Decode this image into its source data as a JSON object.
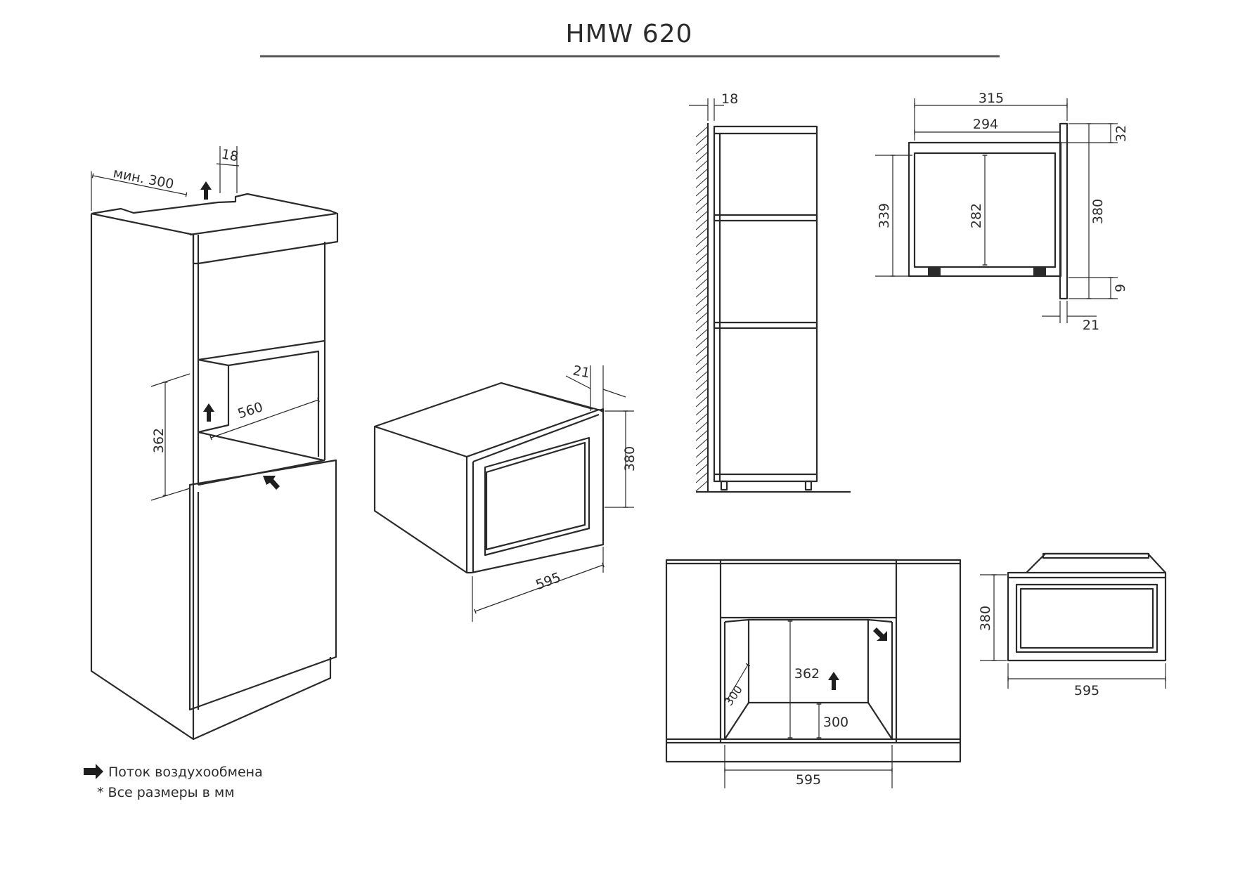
{
  "title": "HMW 620",
  "legend": {
    "airflow_label": "Поток воздухообмена",
    "units_note": "* Все размеры в мм"
  },
  "iso_cabinet": {
    "min_clearance": "мин. 300",
    "top_gap": "18",
    "niche_height": "362",
    "niche_depth": "560"
  },
  "iso_appliance": {
    "frame_depth": "21",
    "height": "380",
    "width": "595"
  },
  "side_section": {
    "wall_gap": "18"
  },
  "side_profile": {
    "total_depth": "315",
    "body_depth": "294",
    "top_offset": "32",
    "body_height": "339",
    "cavity_height": "282",
    "front_height": "380",
    "bottom_offset": "9",
    "frame_thickness": "21"
  },
  "front_niche": {
    "niche_height": "362",
    "niche_depth": "300",
    "floor_height": "300",
    "niche_width": "595"
  },
  "front_view": {
    "height": "380",
    "width": "595"
  }
}
